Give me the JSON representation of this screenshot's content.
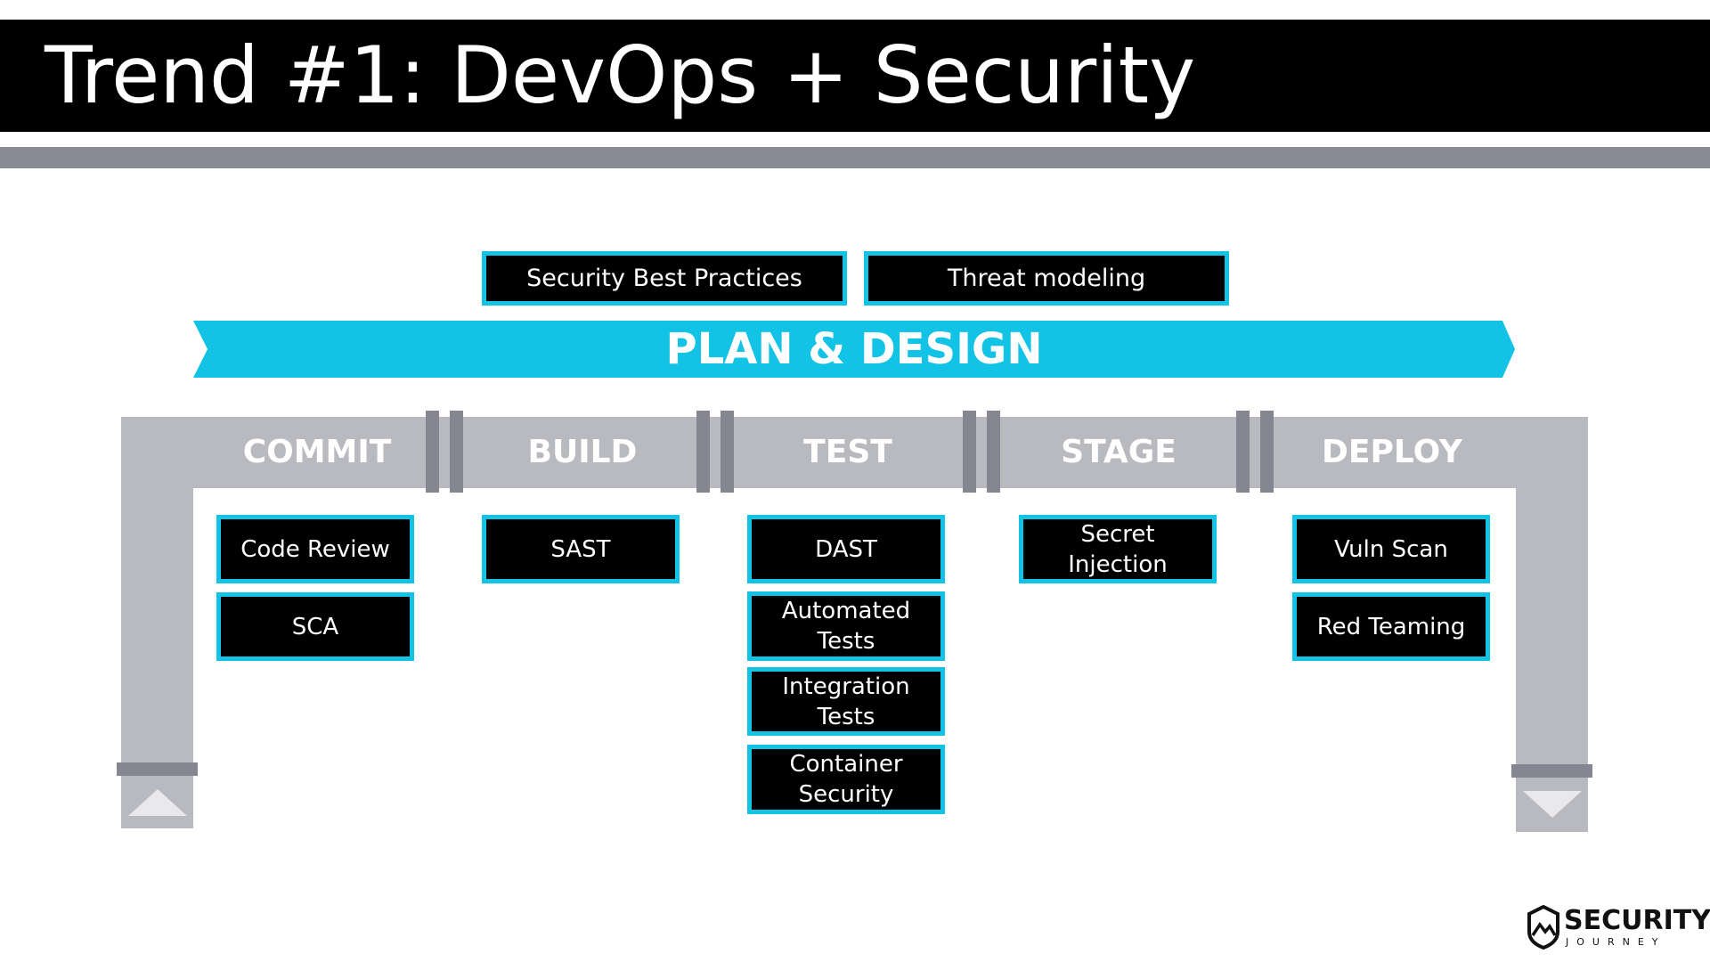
{
  "title": "Trend #1: DevOps + Security",
  "top_boxes": [
    "Security Best Practices",
    "Threat modeling"
  ],
  "banner": "PLAN & DESIGN",
  "stages": {
    "commit": {
      "label": "COMMIT",
      "items": [
        "Code Review",
        "SCA"
      ]
    },
    "build": {
      "label": "BUILD",
      "items": [
        "SAST"
      ]
    },
    "test": {
      "label": "TEST",
      "items": [
        "DAST",
        "Automated Tests",
        "Integration Tests",
        "Container Security"
      ]
    },
    "stage": {
      "label": "STAGE",
      "items": [
        "Secret Injection"
      ]
    },
    "deploy": {
      "label": "DEPLOY",
      "items": [
        "Vuln Scan",
        "Red Teaming"
      ]
    }
  },
  "logo": {
    "word": "SECURITY",
    "sub": "JOURNEY",
    "icon": "shield-mountain-icon"
  },
  "colors": {
    "accent": "#12c3e5",
    "pipe": "#b9babf",
    "separator": "#858692",
    "title_bg": "#000000"
  }
}
